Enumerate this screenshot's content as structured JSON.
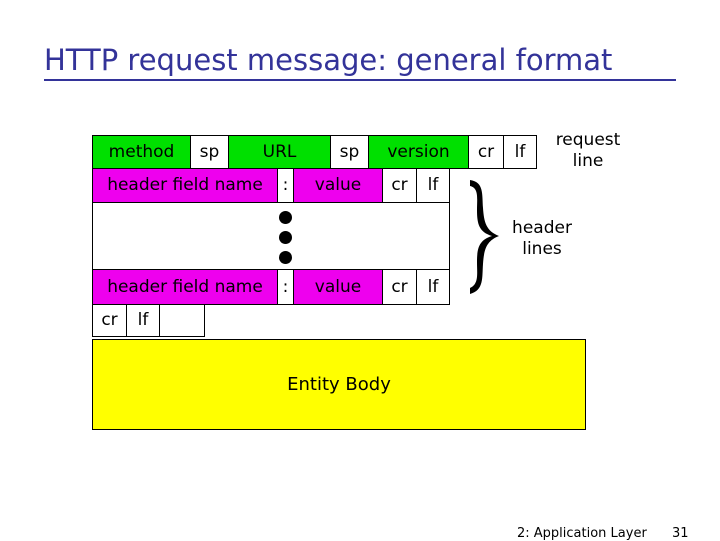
{
  "slide": {
    "title": "HTTP request message: general format",
    "title_color": "#333399",
    "background": "#ffffff"
  },
  "colors": {
    "green": "#00e000",
    "magenta": "#ee00ee",
    "yellow": "#ffff00",
    "white": "#ffffff",
    "border": "#000000"
  },
  "diagram": {
    "request_line": {
      "cells": [
        {
          "label": "method",
          "color": "green"
        },
        {
          "label": "sp",
          "color": "white"
        },
        {
          "label": "URL",
          "color": "green"
        },
        {
          "label": "sp",
          "color": "white"
        },
        {
          "label": "version",
          "color": "green"
        },
        {
          "label": "cr",
          "color": "white"
        },
        {
          "label": "lf",
          "color": "white"
        }
      ]
    },
    "header_line_first": {
      "cells": [
        {
          "label": "header field name",
          "color": "magenta"
        },
        {
          "label": ":",
          "color": "white"
        },
        {
          "label": "value",
          "color": "magenta"
        },
        {
          "label": "cr",
          "color": "white"
        },
        {
          "label": "lf",
          "color": "white"
        }
      ]
    },
    "ellipsis": {
      "dots": 3
    },
    "header_line_last": {
      "cells": [
        {
          "label": "header field name",
          "color": "magenta"
        },
        {
          "label": ":",
          "color": "white"
        },
        {
          "label": "value",
          "color": "magenta"
        },
        {
          "label": "cr",
          "color": "white"
        },
        {
          "label": "lf",
          "color": "white"
        }
      ]
    },
    "blank_line": {
      "cells": [
        {
          "label": "cr",
          "color": "white"
        },
        {
          "label": "lf",
          "color": "white"
        },
        {
          "label": "",
          "color": "white"
        }
      ]
    },
    "entity_body": {
      "label": "Entity Body",
      "color": "yellow"
    }
  },
  "annotations": {
    "request_line_label": "request\nline",
    "header_lines_label": "header\nlines",
    "brace_icon": "curly-brace-right"
  },
  "footer": {
    "label": "2: Application Layer",
    "page": "31"
  }
}
